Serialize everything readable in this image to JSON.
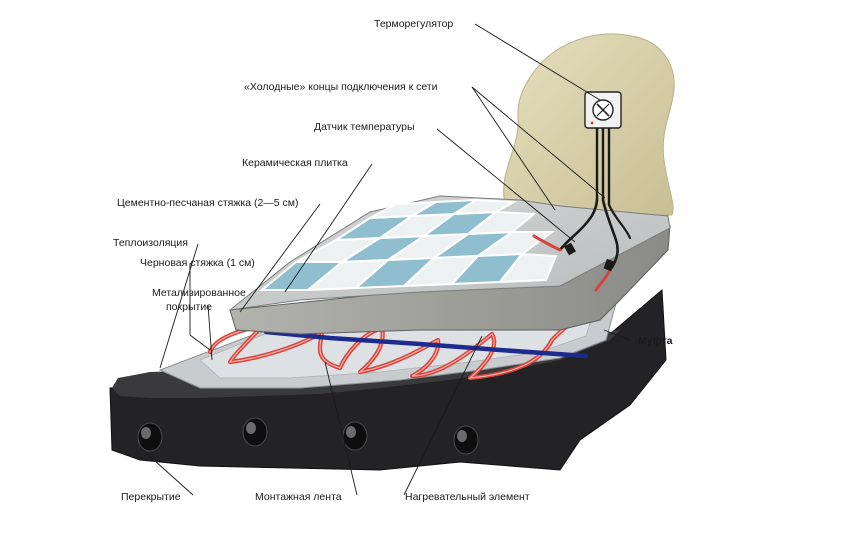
{
  "labels": {
    "thermostat": "Терморегулятор",
    "cold_ends": "«Холодные» концы подключения к сети",
    "temp_sensor": "Датчик температуры",
    "ceramic_tile": "Керамическая плитка",
    "cement_screed": "Цементно-песчаная стяжка (2—5 см)",
    "insulation": "Теплоизоляция",
    "rough_screed": "Черновая стяжка (1 см)",
    "metallized_1": "Метализированное",
    "metallized_2": "покрытие",
    "coupling": "Муфта",
    "slab": "Перекрытие",
    "mounting_tape": "Монтажная лента",
    "heating_element": "Нагревательный элемент"
  },
  "colors": {
    "tile_blue": "#8fbfcf",
    "tile_white": "#eef1f2",
    "screed_gray": "#9a9a98",
    "slab_dark": "#1c1c1e",
    "heating_cable": "#d8433c",
    "mounting_tape": "#1d2b8f",
    "wall_stone": "#d9d1aa"
  }
}
